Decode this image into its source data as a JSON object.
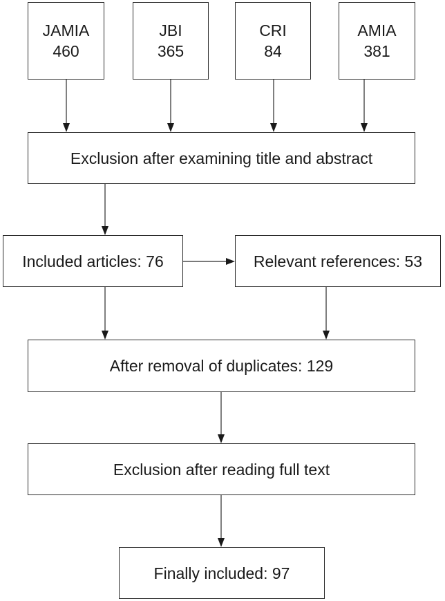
{
  "sources": [
    {
      "name": "JAMIA",
      "count": "460"
    },
    {
      "name": "JBI",
      "count": "365"
    },
    {
      "name": "CRI",
      "count": "84"
    },
    {
      "name": "AMIA",
      "count": "381"
    }
  ],
  "screening": {
    "label": "Exclusion after examining title and abstract"
  },
  "included_articles": {
    "label": "Included articles: 76"
  },
  "relevant_references": {
    "label": "Relevant references: 53"
  },
  "deduplication": {
    "label": "After removal of duplicates: 129"
  },
  "full_text": {
    "label": "Exclusion after reading full text"
  },
  "final": {
    "label": "Finally included: 97"
  }
}
